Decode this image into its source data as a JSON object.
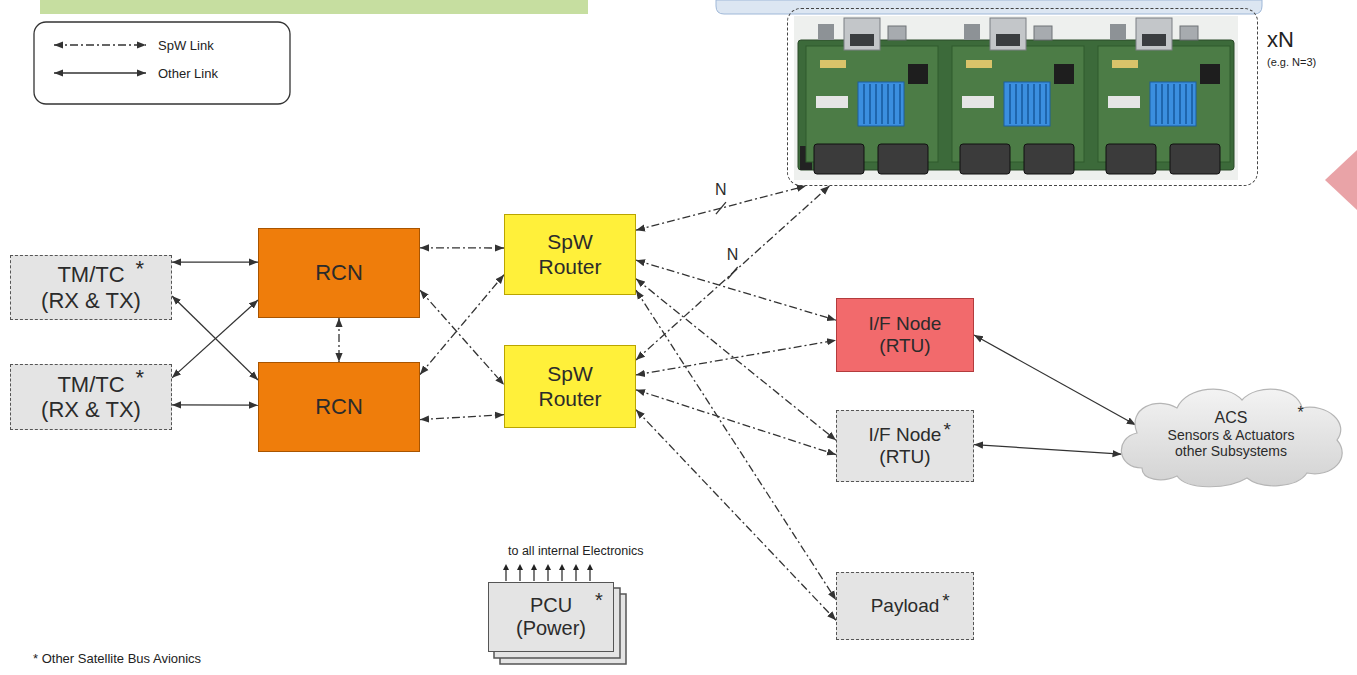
{
  "diagram": {
    "nodes": [
      {
        "text": [
          "xN",
          "(e.g. N=3)"
        ]
      },
      {
        "text": [
          "TM/TC",
          "*",
          "(RX & TX)"
        ]
      },
      {
        "text": [
          "RCN"
        ]
      },
      {
        "text": [
          "SpW Router"
        ]
      },
      {
        "text": [
          "I/F Node",
          "(RTU)"
        ]
      },
      {
        "text": [
          "TM/TC",
          "*",
          "(RX & TX)"
        ]
      },
      {
        "text": [
          "RCN"
        ]
      },
      {
        "text": [
          "SpW Router"
        ]
      },
      {
        "text": [
          "I/F Node",
          "*",
          "(RTU)"
        ]
      },
      {
        "text": [
          "ACS",
          "*",
          "Sensors & Actuators other Subsystems"
        ]
      },
      {
        "text": [
          "PCU",
          "*",
          "(Power)"
        ]
      },
      {
        "text": [
          "Payload",
          "*"
        ]
      }
    ],
    "edges": [
      {
        "from": 1,
        "to": 2,
        "arrow": "both"
      },
      {
        "from": 1,
        "to": 6,
        "arrow": "both"
      },
      {
        "from": 5,
        "to": 2,
        "arrow": "both"
      },
      {
        "from": 5,
        "to": 6,
        "arrow": "both"
      },
      {
        "from": 2,
        "to": 6,
        "arrow": "both"
      },
      {
        "from": 2,
        "to": 3,
        "arrow": "both"
      },
      {
        "from": 2,
        "to": 7,
        "arrow": "both"
      },
      {
        "from": 6,
        "to": 3,
        "arrow": "both"
      },
      {
        "from": 6,
        "to": 7,
        "arrow": "both"
      },
      {
        "from": 3,
        "to": 0,
        "label": "N",
        "arrow": "both"
      },
      {
        "from": 7,
        "to": 0,
        "label": "N",
        "arrow": "both"
      },
      {
        "from": 3,
        "to": 4,
        "arrow": "both"
      },
      {
        "from": 3,
        "to": 8,
        "arrow": "both"
      },
      {
        "from": 3,
        "to": 11,
        "arrow": "both"
      },
      {
        "from": 7,
        "to": 4,
        "arrow": "both"
      },
      {
        "from": 7,
        "to": 8,
        "arrow": "both"
      },
      {
        "from": 7,
        "to": 11,
        "arrow": "both"
      },
      {
        "from": 4,
        "to": 9,
        "arrow": "both"
      },
      {
        "from": 8,
        "to": 9,
        "arrow": "both"
      }
    ],
    "labels": [
      "to all internal Electronics",
      "* Other Satellite Bus Avionics"
    ],
    "legend": [
      {
        "text": "SpW Link"
      },
      {
        "text": "Other Link"
      }
    ]
  }
}
